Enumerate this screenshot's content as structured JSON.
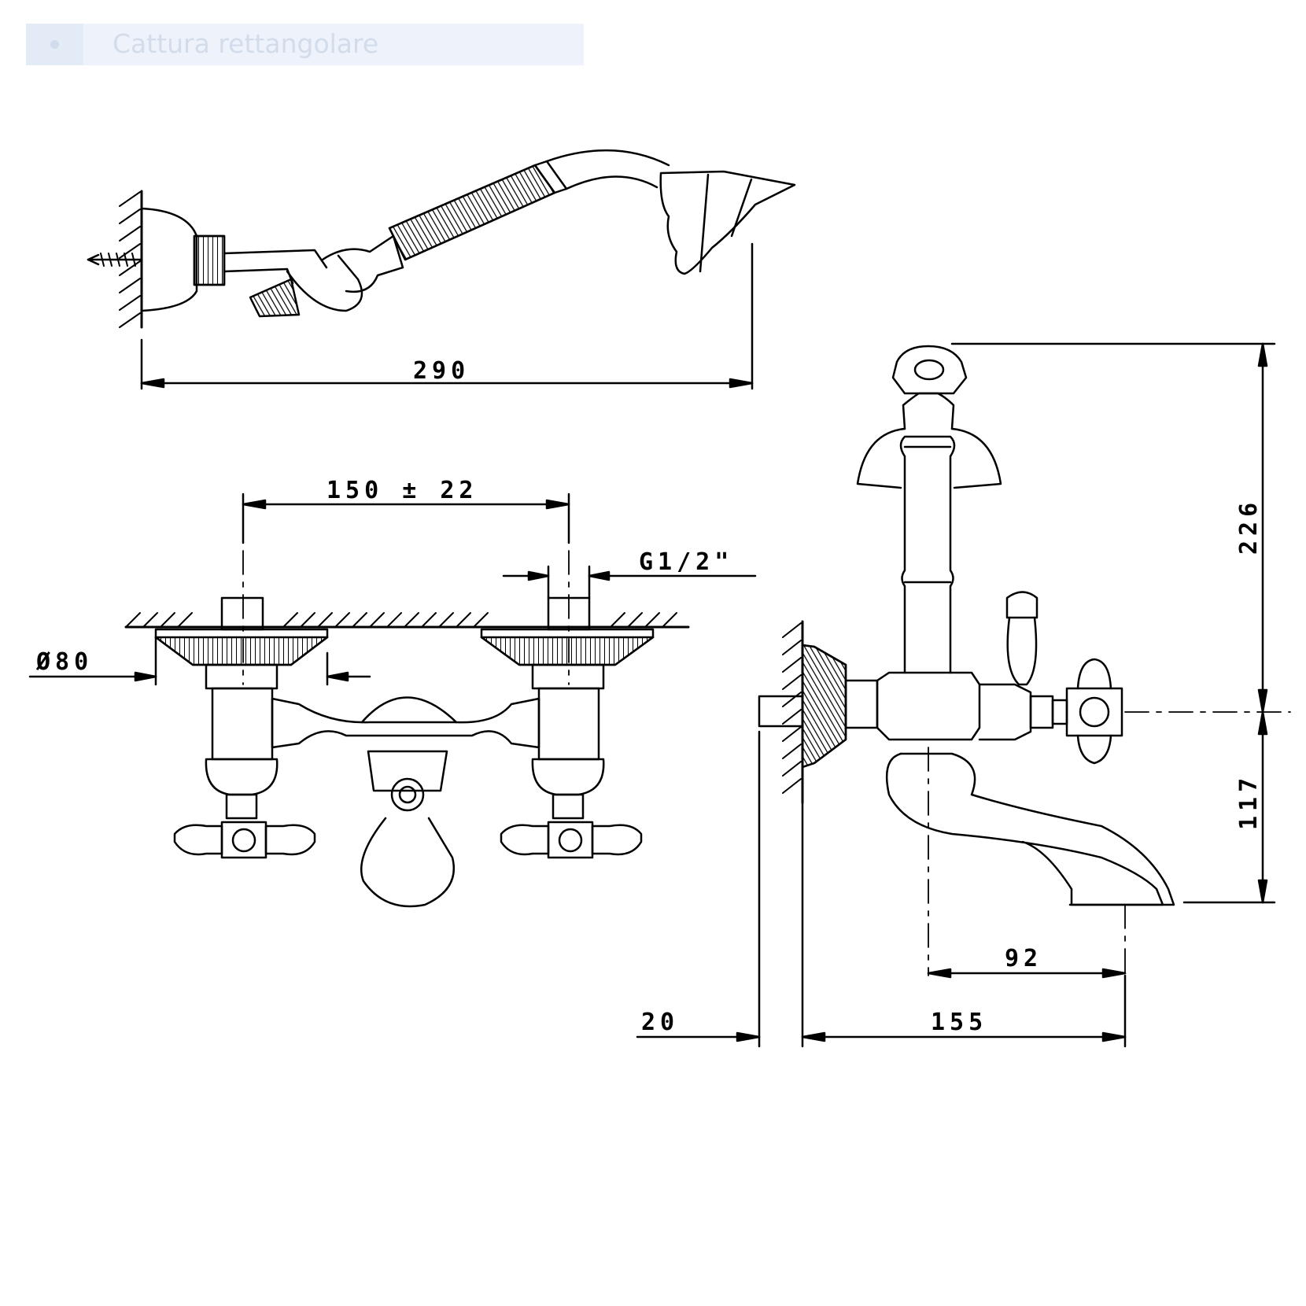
{
  "toolbar": {
    "capture_label": "Cattura rettangolare",
    "record_icon": "record-dot-icon"
  },
  "drawing": {
    "dimensions": {
      "shower_length": "290",
      "center_distance": "150 ± 22",
      "thread": "G1/2\"",
      "flange_diameter": "Ø80",
      "height_top": "226",
      "height_bottom": "117",
      "spout_reach": "92",
      "wall_offset": "20",
      "spout_projection": "155"
    }
  },
  "colors": {
    "line": "#000000",
    "background": "#ffffff",
    "toolbar": "#eef3fb"
  }
}
